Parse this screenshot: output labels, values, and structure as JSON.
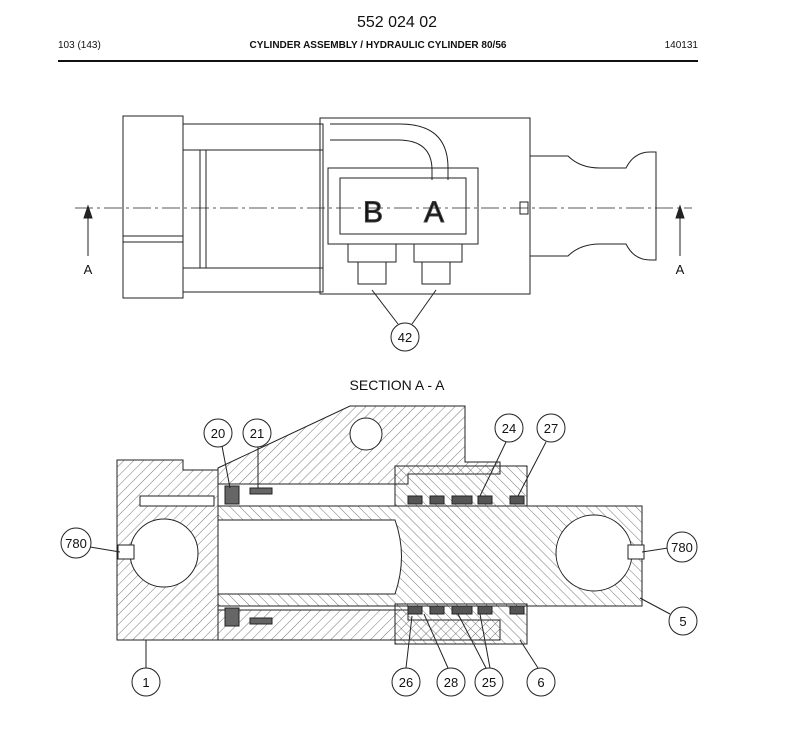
{
  "header": {
    "part_number": "552 024 02",
    "page_ref": "103 (143)",
    "title": "CYLINDER ASSEMBLY / HYDRAULIC CYLINDER 80/56",
    "doc_code": "140131"
  },
  "top_view": {
    "port_b": "B",
    "port_a": "A",
    "section_mark_left": "A",
    "section_mark_right": "A",
    "callout_42": "42"
  },
  "section_view": {
    "title": "SECTION A - A",
    "callouts": {
      "c20": "20",
      "c21": "21",
      "c24": "24",
      "c27": "27",
      "c780_left": "780",
      "c780_right": "780",
      "c5": "5",
      "c1": "1",
      "c26": "26",
      "c28": "28",
      "c25": "25",
      "c6": "6"
    }
  }
}
